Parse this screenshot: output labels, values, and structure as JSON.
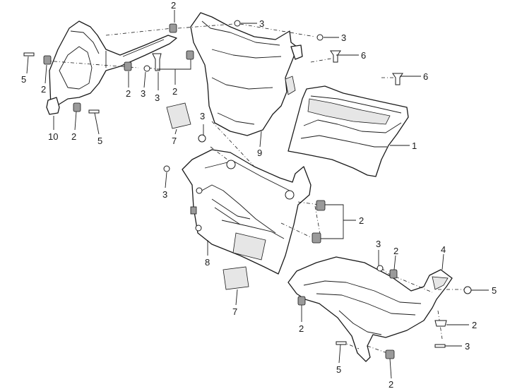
{
  "callouts": {
    "c_2_top": "2",
    "c_3_top_a": "3",
    "c_3_top_b": "3",
    "c_6_a": "6",
    "c_6_b": "6",
    "c_5_left": "5",
    "c_2_left": "2",
    "c_2_mid_a": "2",
    "c_3_mid_a": "3",
    "c_3_mid_b": "3",
    "c_2_mid_b": "2",
    "c_3_mid_c": "3",
    "c_10": "10",
    "c_2_bl": "2",
    "c_5_bl": "5",
    "c_7_top": "7",
    "c_9": "9",
    "c_1": "1",
    "c_3_left_mid": "3",
    "c_2_clips": "2",
    "c_8": "8",
    "c_3_lower": "3",
    "c_2_lower": "2",
    "c_4": "4",
    "c_5_right": "5",
    "c_2_right": "2",
    "c_3_right": "3",
    "c_7_bottom": "7",
    "c_2_bottom_left": "2",
    "c_5_bottom": "5",
    "c_2_bottom": "2"
  }
}
